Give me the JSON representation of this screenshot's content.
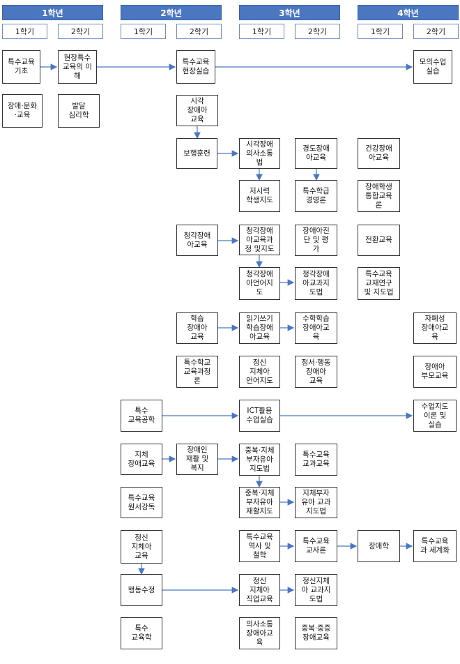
{
  "years": [
    {
      "label": "1학년",
      "semesters": [
        "1학기",
        "2학기"
      ]
    },
    {
      "label": "2학년",
      "semesters": [
        "1학기",
        "2학기"
      ]
    },
    {
      "label": "3학년",
      "semesters": [
        "1학기",
        "2학기"
      ]
    },
    {
      "label": "4학년",
      "semesters": [
        "1학기",
        "2학기"
      ]
    }
  ],
  "courses": {
    "c1": "특수교육\n기초",
    "c2": "현장특수\n교육의 이\n해",
    "c3": "특수교육\n현장실습",
    "c4": "모의수업\n실습",
    "c5": "장애·문화\n·교육",
    "c6": "발달\n심리학",
    "c7": "시각\n장애아\n교육",
    "c8": "보행훈련",
    "c9": "시각장애\n의사소통\n법",
    "c10": "경도장애\n아교육",
    "c11": "건강장애\n아교육",
    "c12": "저시력\n학생지도",
    "c13": "특수학급\n경영론",
    "c14": "장애학생\n통합교육\n론",
    "c15": "청각장애\n아교육",
    "c16": "청각장애\n아교육과\n정 및지도",
    "c17": "장애아진\n단 및 평\n가",
    "c18": "전환교육",
    "c19": "청각장애\n아언어지\n도",
    "c20": "청각장애\n아교과지\n도법",
    "c21": "특수교육\n교재연구\n및 지도법",
    "c22": "학습\n장애아\n교육",
    "c23": "읽기쓰기\n학습장애\n아교육",
    "c24": "수학학습\n장애아교\n육",
    "c25": "자폐성\n장애아교\n육",
    "c26": "특수학교\n교육과정\n론",
    "c27": "정신\n지체아\n언어지도",
    "c28": "정서·행동\n장애아\n교육",
    "c29": "장애아\n부모교육",
    "c30": "특수\n교육공학",
    "c31": "ICT활용\n수업실습",
    "c32": "수업지도\n이론 및\n실습",
    "c33": "지체\n장애교육",
    "c34": "장애인\n재활 및\n복지",
    "c35": "중복·지체\n부자유아\n지도법",
    "c36": "특수교육\n교과교육",
    "c37": "특수교육\n원서강독",
    "c38": "중복·지체\n부자유아\n재활지도",
    "c39": "지체부자\n유아 교과\n지도법",
    "c40": "정신\n지체아\n교육",
    "c41": "특수교육\n역사 및\n철학",
    "c42": "특수교육\n교사론",
    "c43": "장애학",
    "c44": "특수교육\n과 세계화",
    "c45": "행동수정",
    "c46": "정신\n지체아\n직업교육",
    "c47": "정신지체\n아 교과지\n도법",
    "c48": "특수\n교육학",
    "c49": "의사소통\n장애아교\n육",
    "c50": "중복·중증\n장애교육"
  }
}
